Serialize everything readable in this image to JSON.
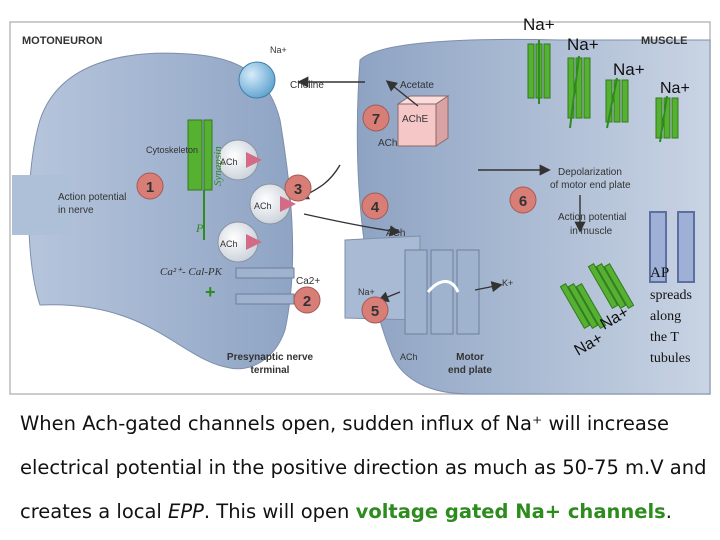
{
  "figure": {
    "motoneuron_title": "MOTONEURON",
    "muscle_title": "MUSCLE",
    "labels": {
      "na_top": "Na+",
      "choline": "Choline",
      "acetate": "Acetate",
      "ache": "AChE",
      "ach": "ACh",
      "cytoskeleton": "Cytoskeleton",
      "synapsin": "Synapsin",
      "action_potential_nerve_1": "Action potential",
      "action_potential_nerve_2": "in nerve",
      "p": "P",
      "ca_cal_pk": "Ca²⁺- Cal-PK",
      "plus": "+",
      "ca2": "Ca2+",
      "na_channel": "Na+",
      "k_channel": "K+",
      "presynaptic_1": "Presynaptic nerve",
      "presynaptic_2": "terminal",
      "motor_1": "Motor",
      "motor_2": "end plate",
      "depol_1": "Depolarization",
      "depol_2": "of motor end plate",
      "ap_muscle_1": "Action potential",
      "ap_muscle_2": "in muscle",
      "na_1": "Na+",
      "na_2": "Na+",
      "na_3": "Na+",
      "na_4": "Na+",
      "na_5": "Na+",
      "na_6": "Na+"
    },
    "steps": [
      "1",
      "2",
      "3",
      "4",
      "5",
      "6",
      "7"
    ],
    "ap_note": [
      "AP",
      "spreads",
      "along",
      "the T",
      "tubules"
    ]
  },
  "caption": {
    "line1": "When Ach-gated channels open, sudden influx of Na⁺  will increase",
    "line2": "electrical potential in the positive direction as much as 50-75 m.V and",
    "line3_a": "creates a local ",
    "line3_epp": "EPP",
    "line3_b": ". This will open ",
    "line3_green": "voltage gated Na+ channels",
    "line3_c": "."
  },
  "colors": {
    "channel_green": "#56b032",
    "step_circle": "#d97e77",
    "cell_fill": "#9fb3cf",
    "synapse_text": "#2e8b1e"
  }
}
